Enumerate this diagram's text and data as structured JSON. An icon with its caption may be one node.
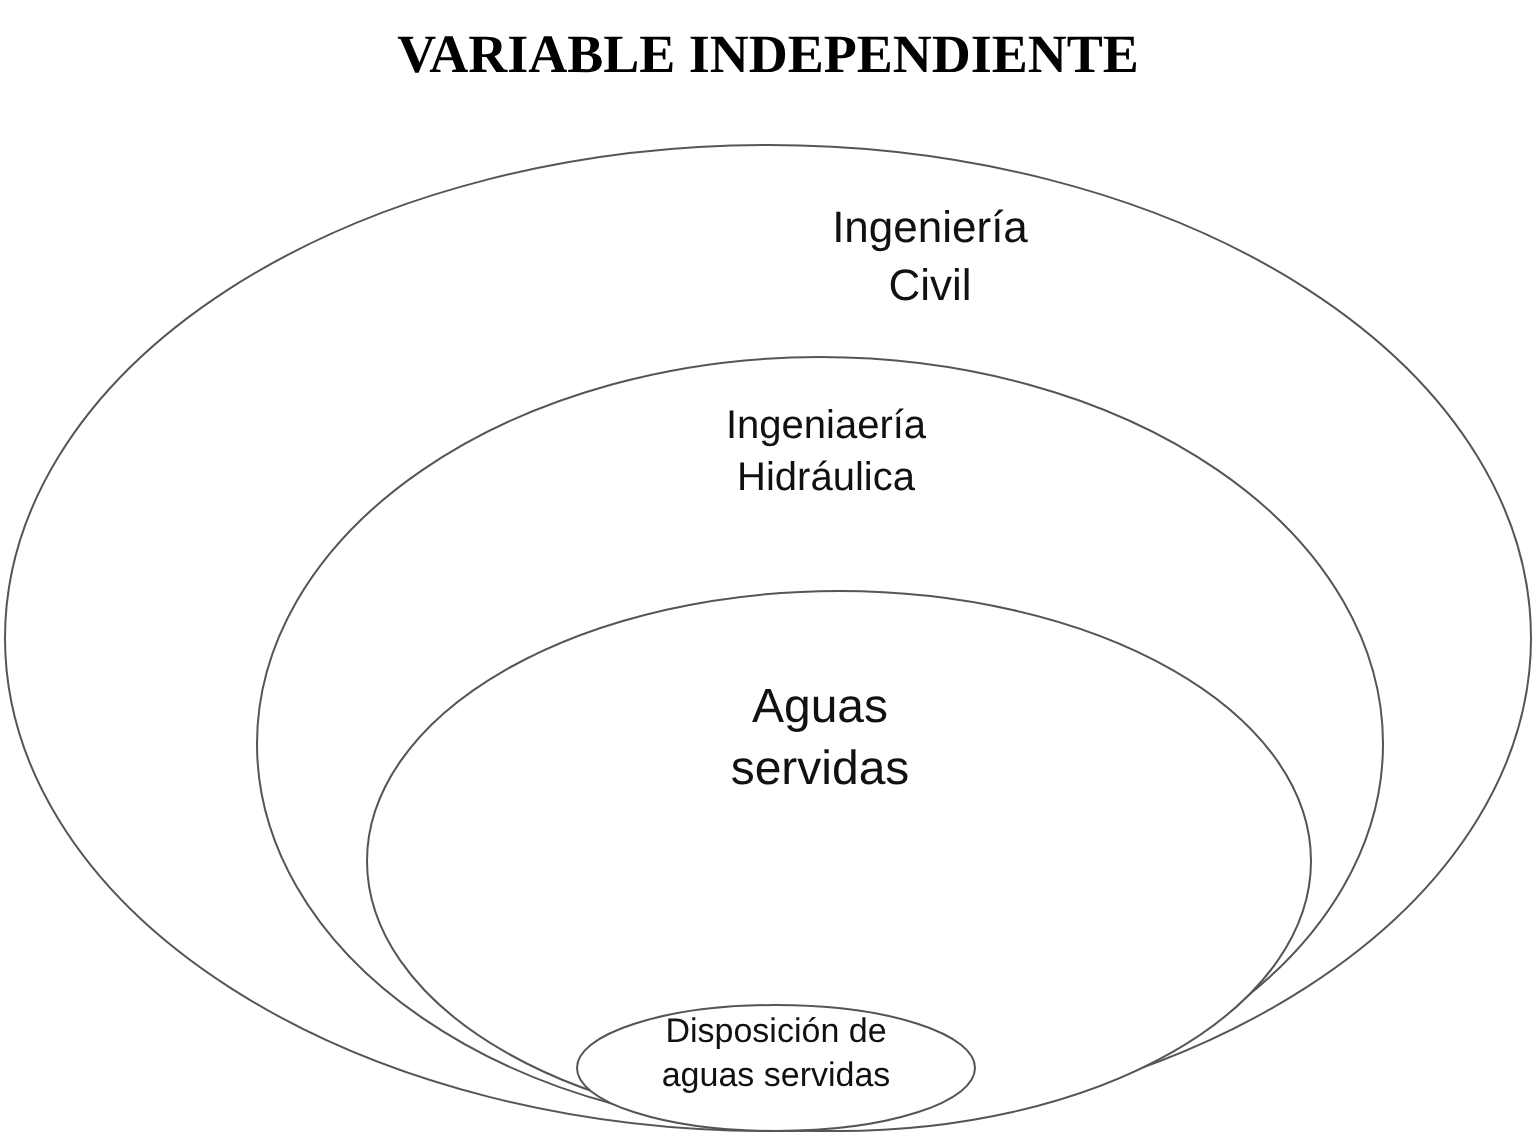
{
  "diagram": {
    "title": "VARIABLE INDEPENDIENTE",
    "nodes": [
      {
        "text": [
          "Ingeniería Civil"
        ]
      },
      {
        "text": [
          "Ingeniaería Hidráulica"
        ],
        "in": 0
      },
      {
        "text": [
          "Aguas servidas"
        ],
        "in": 1
      },
      {
        "text": [
          "Disposición de aguas servidas"
        ],
        "in": 2
      }
    ]
  }
}
